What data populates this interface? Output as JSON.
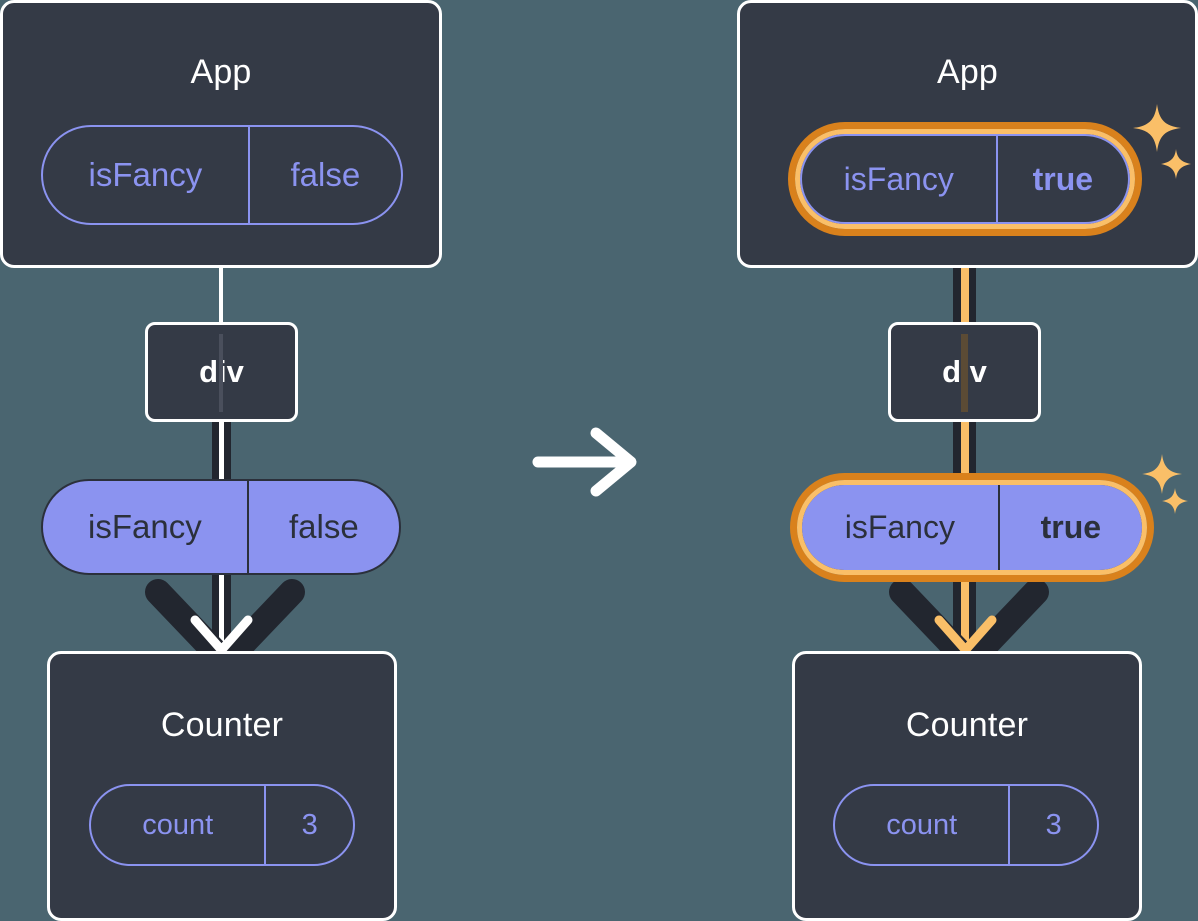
{
  "diagram": {
    "title": "React state update tree diagram",
    "colors": {
      "background": "#4A6570",
      "card": "#343A46",
      "card_border": "#FFFFFF",
      "pill_purple": "#8B93F0",
      "pill_text_dark": "#2B303B",
      "highlight_outer": "#D9811C",
      "highlight_inner": "#FABF68",
      "wire_dark": "#22262F",
      "wire_white": "#FFFFFF",
      "sparkle": "#FABF68"
    },
    "transition_icon": "arrow-right-icon"
  },
  "before": {
    "app": {
      "title": "App",
      "state": {
        "name": "isFancy",
        "value": "false",
        "bold": false,
        "highlighted": false
      }
    },
    "div": {
      "label": "div"
    },
    "prop": {
      "name": "isFancy",
      "value": "false",
      "bold": false,
      "highlighted": false
    },
    "counter": {
      "title": "Counter",
      "state": {
        "name": "count",
        "value": "3"
      }
    }
  },
  "after": {
    "app": {
      "title": "App",
      "state": {
        "name": "isFancy",
        "value": "true",
        "bold": true,
        "highlighted": true
      }
    },
    "div": {
      "label": "div"
    },
    "prop": {
      "name": "isFancy",
      "value": "true",
      "bold": true,
      "highlighted": true
    },
    "counter": {
      "title": "Counter",
      "state": {
        "name": "count",
        "value": "3"
      }
    },
    "sparkles": [
      "sparkle-icon-large",
      "sparkle-icon-small"
    ]
  }
}
